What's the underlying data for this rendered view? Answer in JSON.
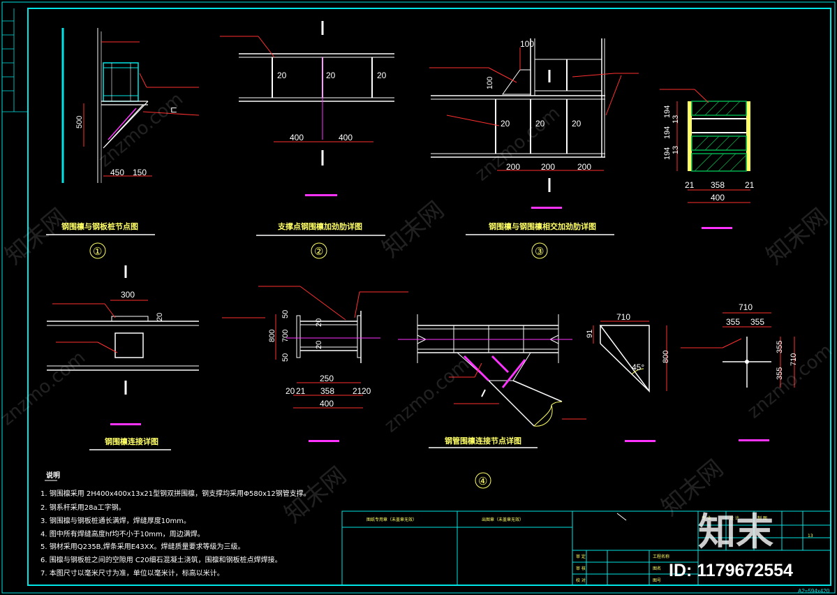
{
  "sheet": {
    "size_label": "A2=594x420",
    "id_text": "ID: 1179672554",
    "brand": "知末"
  },
  "watermarks": [
    "知末网",
    "znzmo.com"
  ],
  "details": [
    {
      "title": "钢围檩与钢板桩节点图",
      "number": "①",
      "dims": [
        "500",
        "450",
        "150"
      ]
    },
    {
      "title": "支撑点钢围檩加劲肋详图",
      "number": "②",
      "dims": [
        "20",
        "20",
        "20",
        "400",
        "400"
      ]
    },
    {
      "title": "钢围檩与钢围檩相交加劲肋详图",
      "number": "③",
      "dims": [
        "100",
        "100",
        "20",
        "20",
        "20",
        "200",
        "200",
        "200"
      ]
    },
    {
      "dims": [
        "194",
        "194",
        "194",
        "13",
        "13",
        "21",
        "358",
        "21",
        "400"
      ]
    },
    {
      "title": "钢围檩连接详图",
      "dims": [
        "300",
        "20"
      ]
    },
    {
      "dims": [
        "800",
        "700",
        "50",
        "50",
        "20",
        "20",
        "250",
        "20",
        "21",
        "358",
        "21",
        "20",
        "400"
      ]
    },
    {
      "title": "钢管围檩连接节点详图",
      "number": "④"
    },
    {
      "dims": [
        "710",
        "91",
        "45°",
        "800"
      ]
    },
    {
      "dims": [
        "710",
        "355",
        "355",
        "355",
        "355",
        "710"
      ]
    }
  ],
  "notes": {
    "heading": "说明",
    "items": [
      "1. 钢围檩采用    2H400x400x13x21型钢双拼围檩，钢支撑均采用Φ580x12钢管支撑。",
      "2. 钢系杆采用28a工字钢。",
      "3. 钢围檩与钢板桩通长满焊，焊缝厚度10mm。",
      "4. 图中所有焊缝高度hf均不小于10mm，周边满焊。",
      "5. 钢材采用Q235B,焊条采用E43XX。焊缝质量要求等级为三级。",
      "6. 围檩与钢板桩之间的空隙用         C20细石混凝土浇筑，围檩和钢板桩点焊焊接。",
      "7. 本图尺寸以毫米尺寸为准，单位以毫米计，标高以米计。"
    ]
  },
  "title_block": {
    "left_header": "图纸专用章（未盖章无效）",
    "mid_header": "出图章（未盖章无效）",
    "page_no": "13",
    "labels": [
      "审 定",
      "审 核",
      "校 对",
      "工程名称",
      "图名",
      "图号",
      "专 业",
      "设 计",
      "制 图"
    ]
  },
  "colors": {
    "frame": "#00e5e5",
    "line": "#ffffff",
    "dim": "#ff3030",
    "title": "#ffff66",
    "center": "#ff33ff",
    "hatch": "#00b050",
    "weld": "#ff33ff",
    "plate": "#ffff66"
  }
}
